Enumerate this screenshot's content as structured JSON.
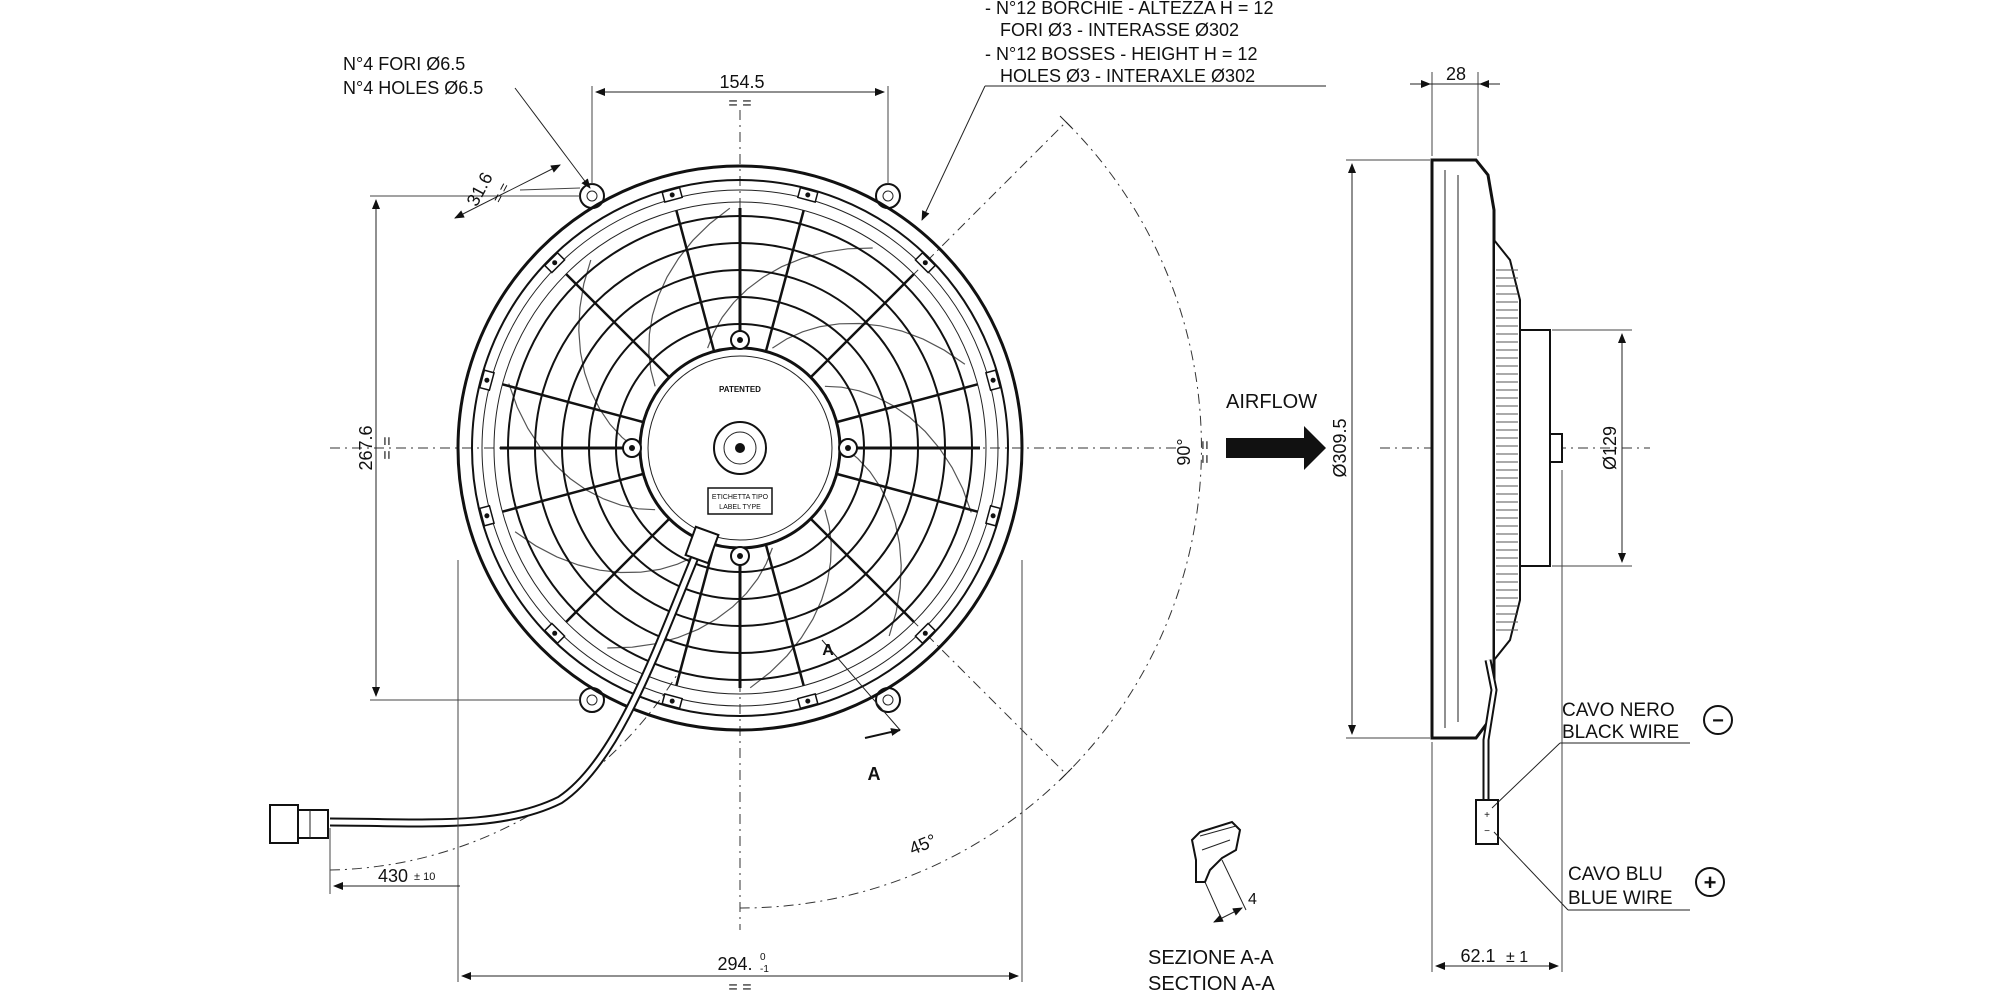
{
  "front_view": {
    "holes_note_it": "N°4 FORI Ø6.5",
    "holes_note_en": "N°4 HOLES Ø6.5",
    "bosses_note_it_1": "- N°12 BORCHIE - ALTEZZA H = 12",
    "bosses_note_it_2": "FORI Ø3 -  INTERASSE Ø302",
    "bosses_note_en_1": "- N°12 BOSSES - HEIGHT H = 12",
    "bosses_note_en_2": "HOLES Ø3 -  INTERAXLE Ø302",
    "dim_width_top": "154.5",
    "dim_offset": "31.6",
    "dim_height_left": "267.6",
    "dim_overall_width": "294.",
    "dim_overall_tol_upper": "0",
    "dim_overall_tol_lower": "-1",
    "dim_cable": "430",
    "dim_cable_tol": "± 10",
    "angle_90": "90°",
    "angle_45": "45°",
    "equal_mark": "=",
    "hub_text_1": "PATENTED",
    "hub_label_1": "ETICHETTA TIPO",
    "hub_label_2": "LABEL TYPE",
    "section_marker": "A",
    "airflow": "AIRFLOW"
  },
  "section": {
    "title_it": "SEZIONE A-A",
    "title_en": "SECTION A-A",
    "dim_4": "4"
  },
  "side_view": {
    "dim_depth_top": "28",
    "dim_diameter": "Ø309.5",
    "dim_motor": "Ø129",
    "dim_overall_depth": "62.1",
    "dim_overall_depth_tol": "± 1",
    "black_wire_it": "CAVO NERO",
    "black_wire_en": "BLACK WIRE",
    "blue_wire_it": "CAVO BLU",
    "blue_wire_en": "BLUE WIRE",
    "minus_symbol": "−",
    "plus_symbol": "+"
  }
}
